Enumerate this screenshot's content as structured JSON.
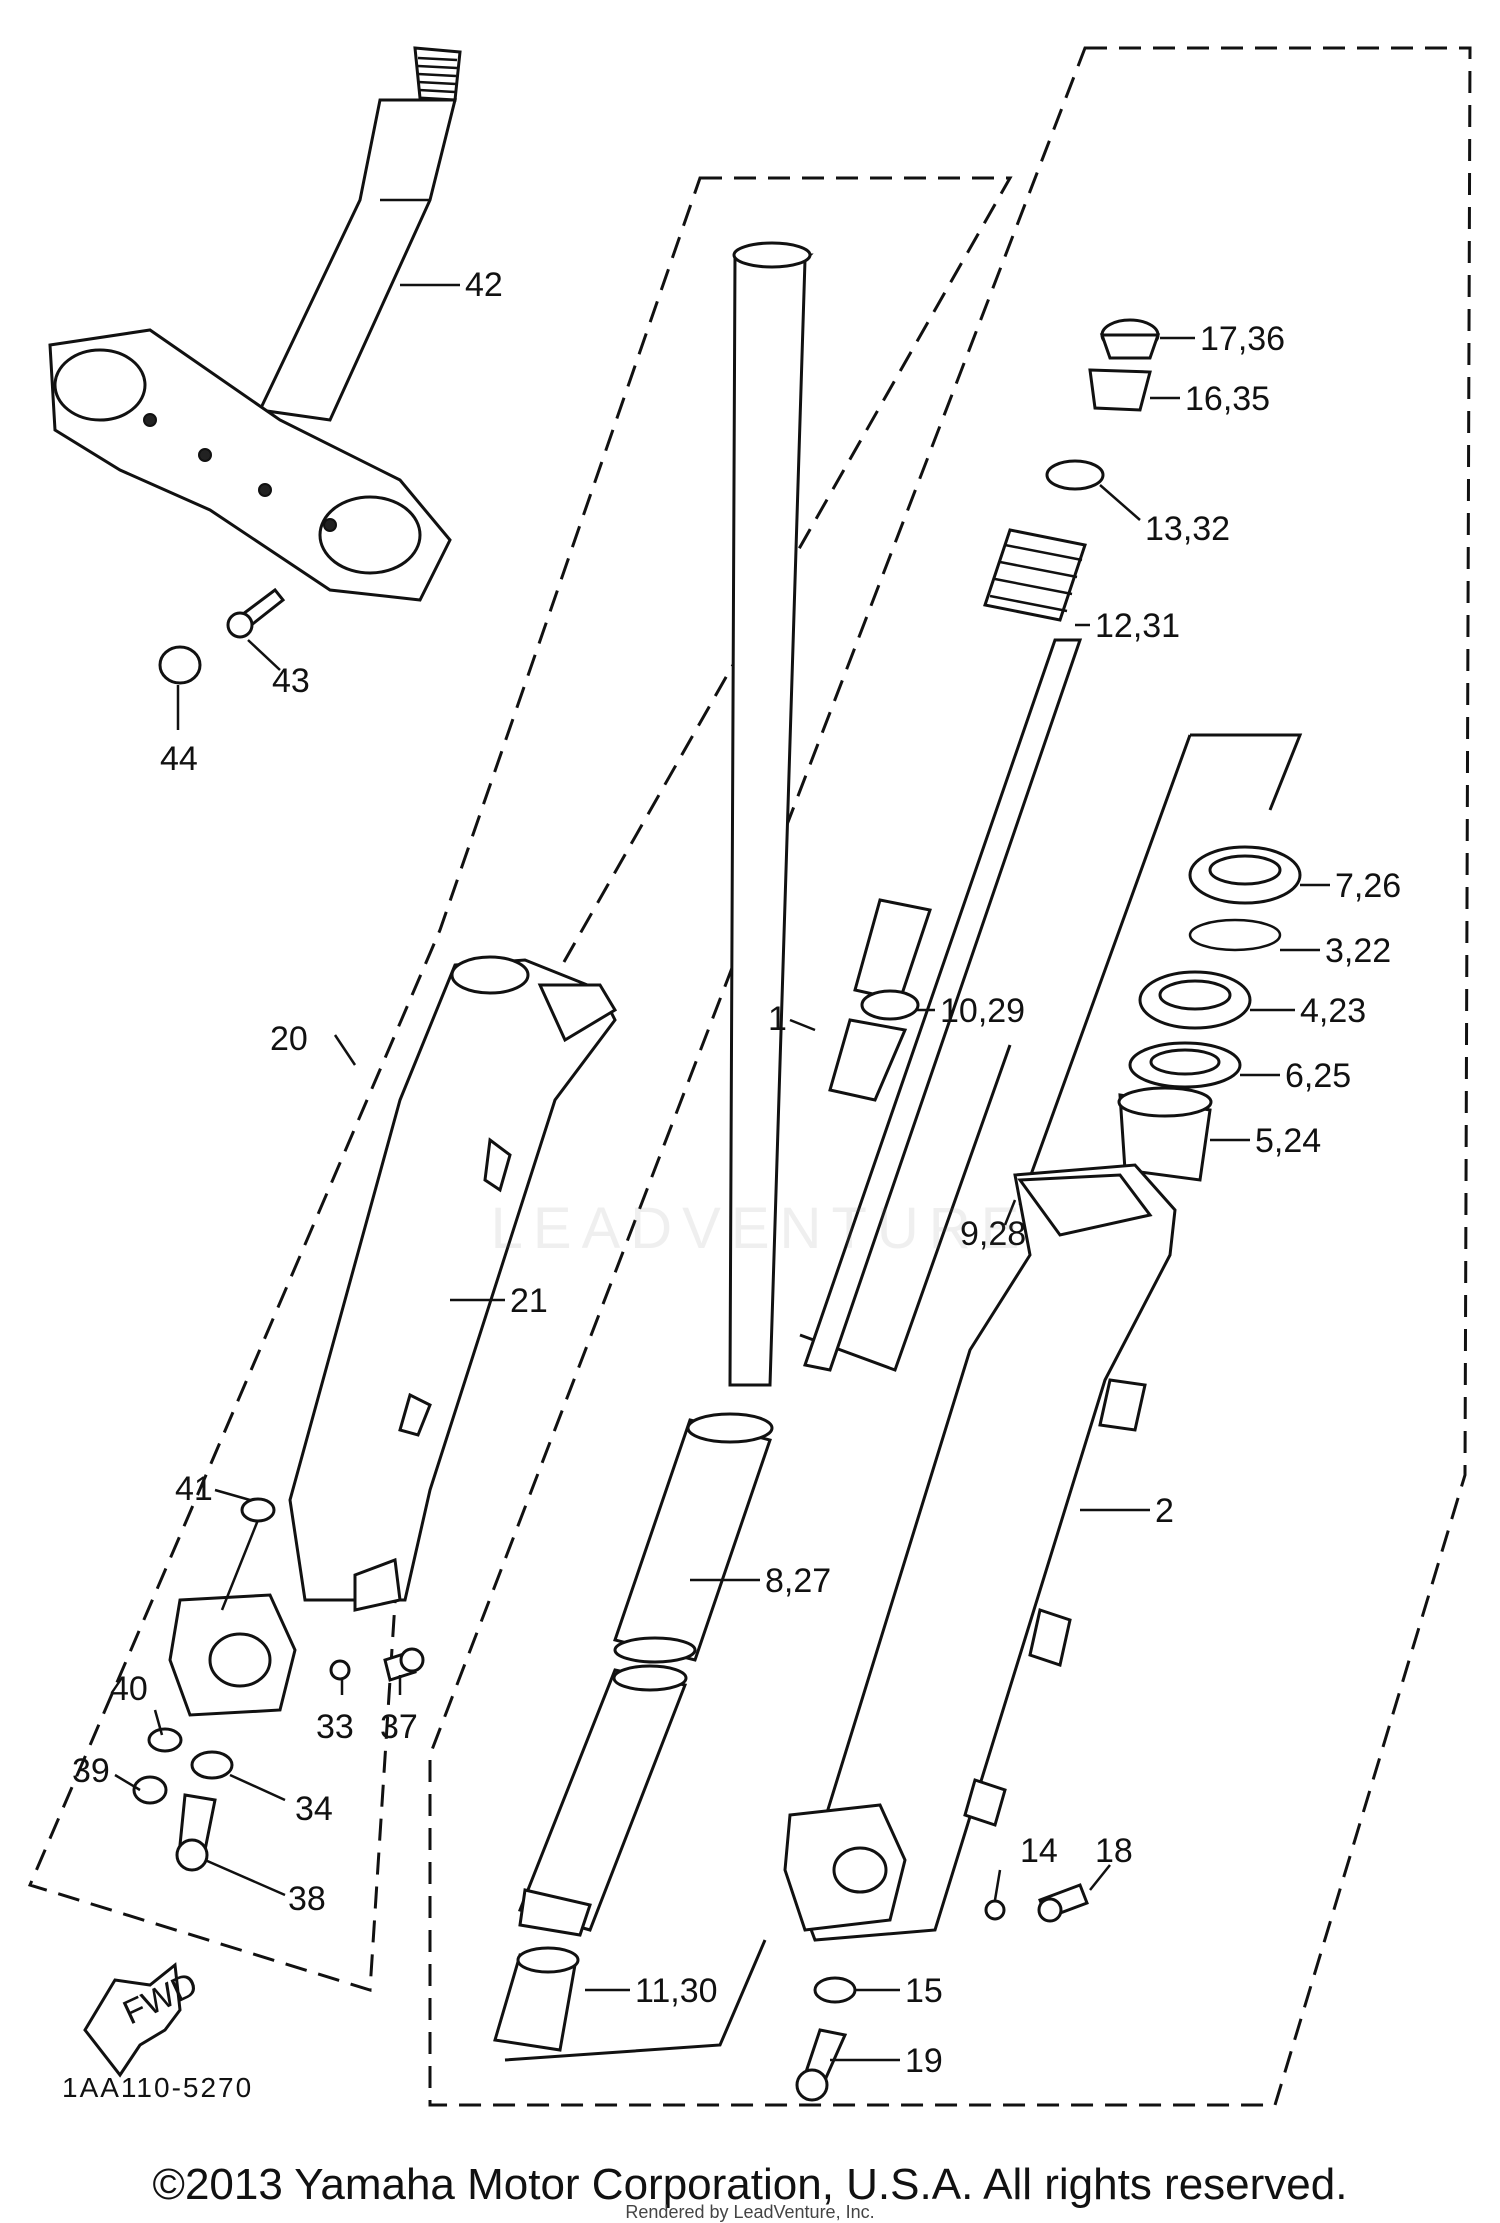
{
  "diagram": {
    "code": "1AA110-5270",
    "fwd_arrow_text": "FWD",
    "watermark": "LEADVENTURE",
    "labels": [
      {
        "id": "42",
        "text": "42"
      },
      {
        "id": "43",
        "text": "43"
      },
      {
        "id": "44",
        "text": "44"
      },
      {
        "id": "20",
        "text": "20"
      },
      {
        "id": "21",
        "text": "21"
      },
      {
        "id": "41",
        "text": "41"
      },
      {
        "id": "40",
        "text": "40"
      },
      {
        "id": "39",
        "text": "39"
      },
      {
        "id": "33",
        "text": "33"
      },
      {
        "id": "37",
        "text": "37"
      },
      {
        "id": "34",
        "text": "34"
      },
      {
        "id": "38",
        "text": "38"
      },
      {
        "id": "1",
        "text": "1"
      },
      {
        "id": "8_27",
        "text": "8,27"
      },
      {
        "id": "11_30",
        "text": "11,30"
      },
      {
        "id": "17_36",
        "text": "17,36"
      },
      {
        "id": "16_35",
        "text": "16,35"
      },
      {
        "id": "13_32",
        "text": "13,32"
      },
      {
        "id": "12_31",
        "text": "12,31"
      },
      {
        "id": "10_29",
        "text": "10,29"
      },
      {
        "id": "9_28",
        "text": "9,28"
      },
      {
        "id": "7_26",
        "text": "7,26"
      },
      {
        "id": "3_22",
        "text": "3,22"
      },
      {
        "id": "4_23",
        "text": "4,23"
      },
      {
        "id": "6_25",
        "text": "6,25"
      },
      {
        "id": "5_24",
        "text": "5,24"
      },
      {
        "id": "2",
        "text": "2"
      },
      {
        "id": "14",
        "text": "14"
      },
      {
        "id": "18",
        "text": "18"
      },
      {
        "id": "15",
        "text": "15"
      },
      {
        "id": "19",
        "text": "19"
      }
    ]
  },
  "footer": {
    "copyright": "©2013 Yamaha Motor Corporation, U.S.A. All rights reserved.",
    "rendered_by": "Rendered by LeadVenture, Inc."
  }
}
